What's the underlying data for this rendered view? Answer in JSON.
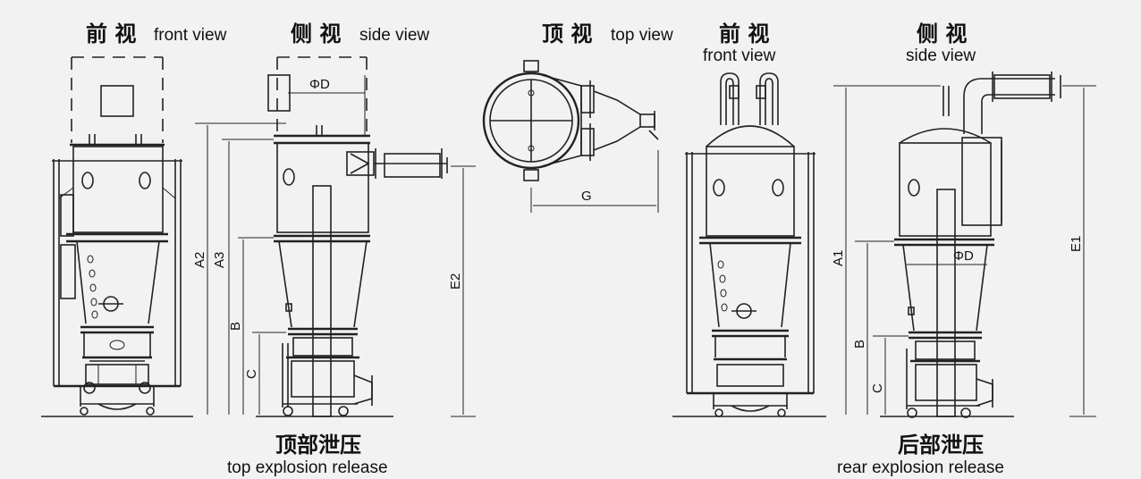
{
  "view_labels": {
    "front_cn": "前 视",
    "front_en": "front view",
    "side_cn": "侧 视",
    "side_en": "side view",
    "top_cn": "顶 视",
    "top_en": "top view",
    "front2_cn": "前 视",
    "front2_en": "front view",
    "side2_cn": "侧 视",
    "side2_en": "side view"
  },
  "captions": {
    "top_release_cn": "顶部泄压",
    "top_release_en": "top explosion release",
    "rear_release_cn": "后部泄压",
    "rear_release_en": "rear explosion release"
  },
  "dimensions": {
    "phi_d": "ΦD",
    "a2": "A2",
    "a3": "A3",
    "b": "B",
    "c": "C",
    "e2": "E2",
    "g": "G",
    "a1": "A1",
    "b2": "B",
    "c2": "C",
    "phi_d2": "ΦD",
    "e1": "E1"
  }
}
